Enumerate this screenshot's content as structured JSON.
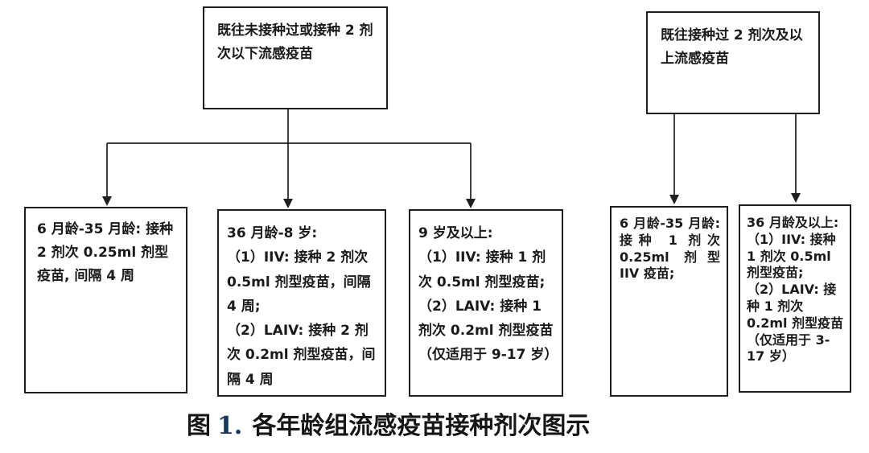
{
  "figure": {
    "background_color": "#ffffff",
    "line_color": "#1f1f1f",
    "caption": {
      "prefix": "图",
      "number": "1.",
      "number_color": "#17365d",
      "title": "各年龄组流感疫苗接种剂次图示"
    },
    "nodes": {
      "root_left": {
        "text": "既往未接种过或接种 2 剂次以下流感疫苗"
      },
      "root_right": {
        "text": "既往接种过 2 剂次及以上流感疫苗"
      },
      "left_child_1": {
        "text": "6 月龄-35 月龄: 接种 2 剂次 0.25ml 剂型疫苗, 间隔 4 周"
      },
      "left_child_2": {
        "title": "36 月龄-8 岁:",
        "item1": "（1）IIV: 接种 2 剂次 0.5ml 剂型疫苗，间隔 4 周;",
        "item2": "（2）LAIV: 接种 2 剂次 0.2ml 剂型疫苗，间隔 4 周"
      },
      "left_child_3": {
        "title": "9 岁及以上:",
        "item1": "（1）IIV: 接种 1 剂次 0.5ml 剂型疫苗;",
        "item2": "（2）LAIV: 接种 1 剂次 0.2ml 剂型疫苗（仅适用于 9-17 岁）"
      },
      "right_child_1": {
        "text": "6 月龄-35 月龄: 接种 1 剂次 0.25ml 剂型 IIV 疫苗;"
      },
      "right_child_2": {
        "title": "36 月龄及以上:",
        "item1": "（1）IIV: 接种 1 剂次 0.5ml 剂型疫苗;",
        "item2": "（2）LAIV: 接种 1 剂次 0.2ml 剂型疫苗（仅适用于 3-17 岁）"
      }
    }
  }
}
